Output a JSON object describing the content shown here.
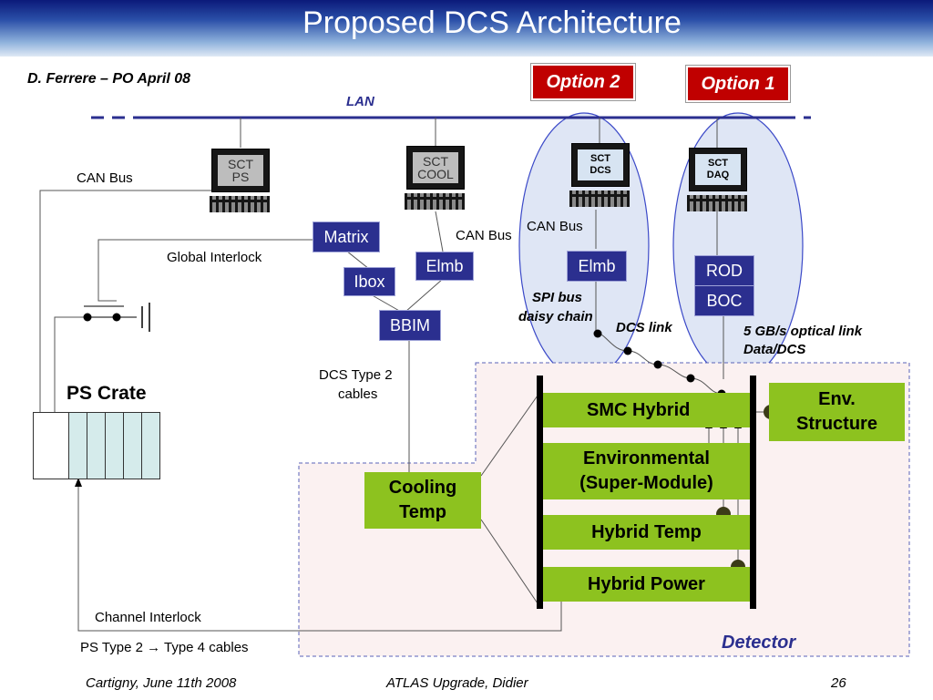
{
  "title": "Proposed DCS Architecture",
  "author": "D. Ferrere – PO April 08",
  "options": {
    "opt2": "Option 2",
    "opt1": "Option 1"
  },
  "lan": "LAN",
  "computers": {
    "ps": "SCT PS",
    "cool": "SCT COOL",
    "dcs": "SCT DCS",
    "daq": "SCT DAQ"
  },
  "labels": {
    "can_bus_1": "CAN Bus",
    "can_bus_2": "CAN Bus",
    "can_bus_3": "CAN Bus",
    "global_interlock": "Global Interlock",
    "spi_bus": "SPI bus",
    "daisy_chain": "daisy chain",
    "dcs_link": "DCS link",
    "optical_link": "5 GB/s optical link",
    "data_dcs": "Data/DCS",
    "dcs_type2_line1": "DCS Type 2",
    "dcs_type2_line2": "cables",
    "ps_crate": "PS Crate",
    "channel_interlock": "Channel Interlock",
    "ps_cables": "PS Type 2 → Type 4 cables",
    "detector": "Detector"
  },
  "blue_boxes": {
    "matrix": "Matrix",
    "ibox": "Ibox",
    "bbim": "BBIM",
    "elmb1": "Elmb",
    "elmb2": "Elmb",
    "rod": "ROD",
    "boc": "BOC"
  },
  "green_boxes": {
    "cooling_line1": "Cooling",
    "cooling_line2": "Temp",
    "smc": "SMC Hybrid",
    "env_line1": "Environmental",
    "env_line2": "(Super-Module)",
    "hybrid_temp": "Hybrid Temp",
    "hybrid_power": "Hybrid Power",
    "envstruct_line1": "Env.",
    "envstruct_line2": "Structure"
  },
  "footer": {
    "left": "Cartigny, June 11th 2008",
    "center": "ATLAS Upgrade, Didier",
    "right": "26"
  },
  "colors": {
    "option_red": "#c00000",
    "box_blue": "#2b2f8f",
    "green": "#8dc21f",
    "lan_blue": "#2b2f8f"
  }
}
